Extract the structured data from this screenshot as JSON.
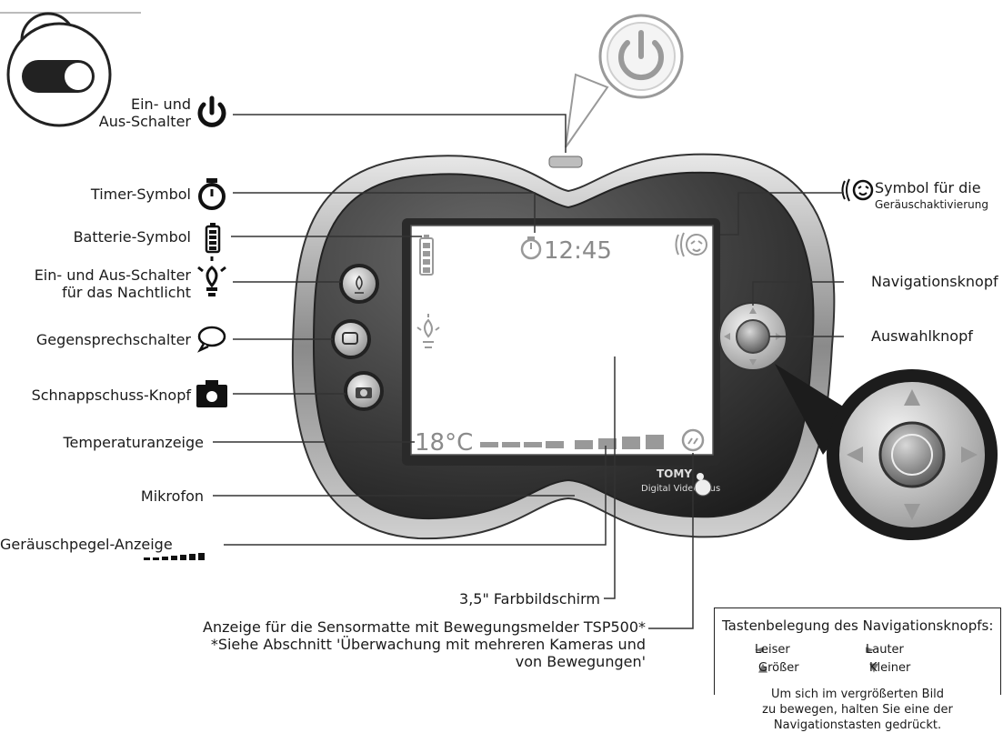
{
  "labels": {
    "power_line1": "Ein- und",
    "power_line2": "Aus-Schalter",
    "timer": "Timer-Symbol",
    "battery": "Batterie-Symbol",
    "nightlight_line1": "Ein- und Aus-Schalter",
    "nightlight_line2": "für das Nachtlicht",
    "talkback": "Gegensprechschalter",
    "snapshot": "Schnappschuss-Knopf",
    "temperature": "Temperaturanzeige",
    "microphone": "Mikrofon",
    "noise_level": "Geräuschpegel-Anzeige",
    "screen": "3,5\" Farbbildschirm",
    "sensor_line1": "Anzeige für die Sensormatte mit Bewegungsmelder TSP500*",
    "sensor_line2": "*Siehe Abschnitt 'Überwachung mit mehreren Kameras und",
    "sensor_line3": "von Bewegungen'",
    "sound_activation_line1": "Symbol für die",
    "sound_activation_line2": "Geräuschaktivierung",
    "navigation": "Navigationsknopf",
    "select": "Auswahlknopf"
  },
  "screen": {
    "time": "12:45",
    "temperature": "18°C",
    "brand": "TOMY",
    "model": "Digital Video Plus"
  },
  "legend": {
    "title": "Tastenbelegung des Navigationsknopfs:",
    "left": "Leiser",
    "right": "Lauter",
    "up": "Größer",
    "down": "Kleiner",
    "note_line1": "Um sich im vergrößerten Bild",
    "note_line2": "zu bewegen, halten Sie eine der",
    "note_line3": "Navigationstasten gedrückt."
  }
}
